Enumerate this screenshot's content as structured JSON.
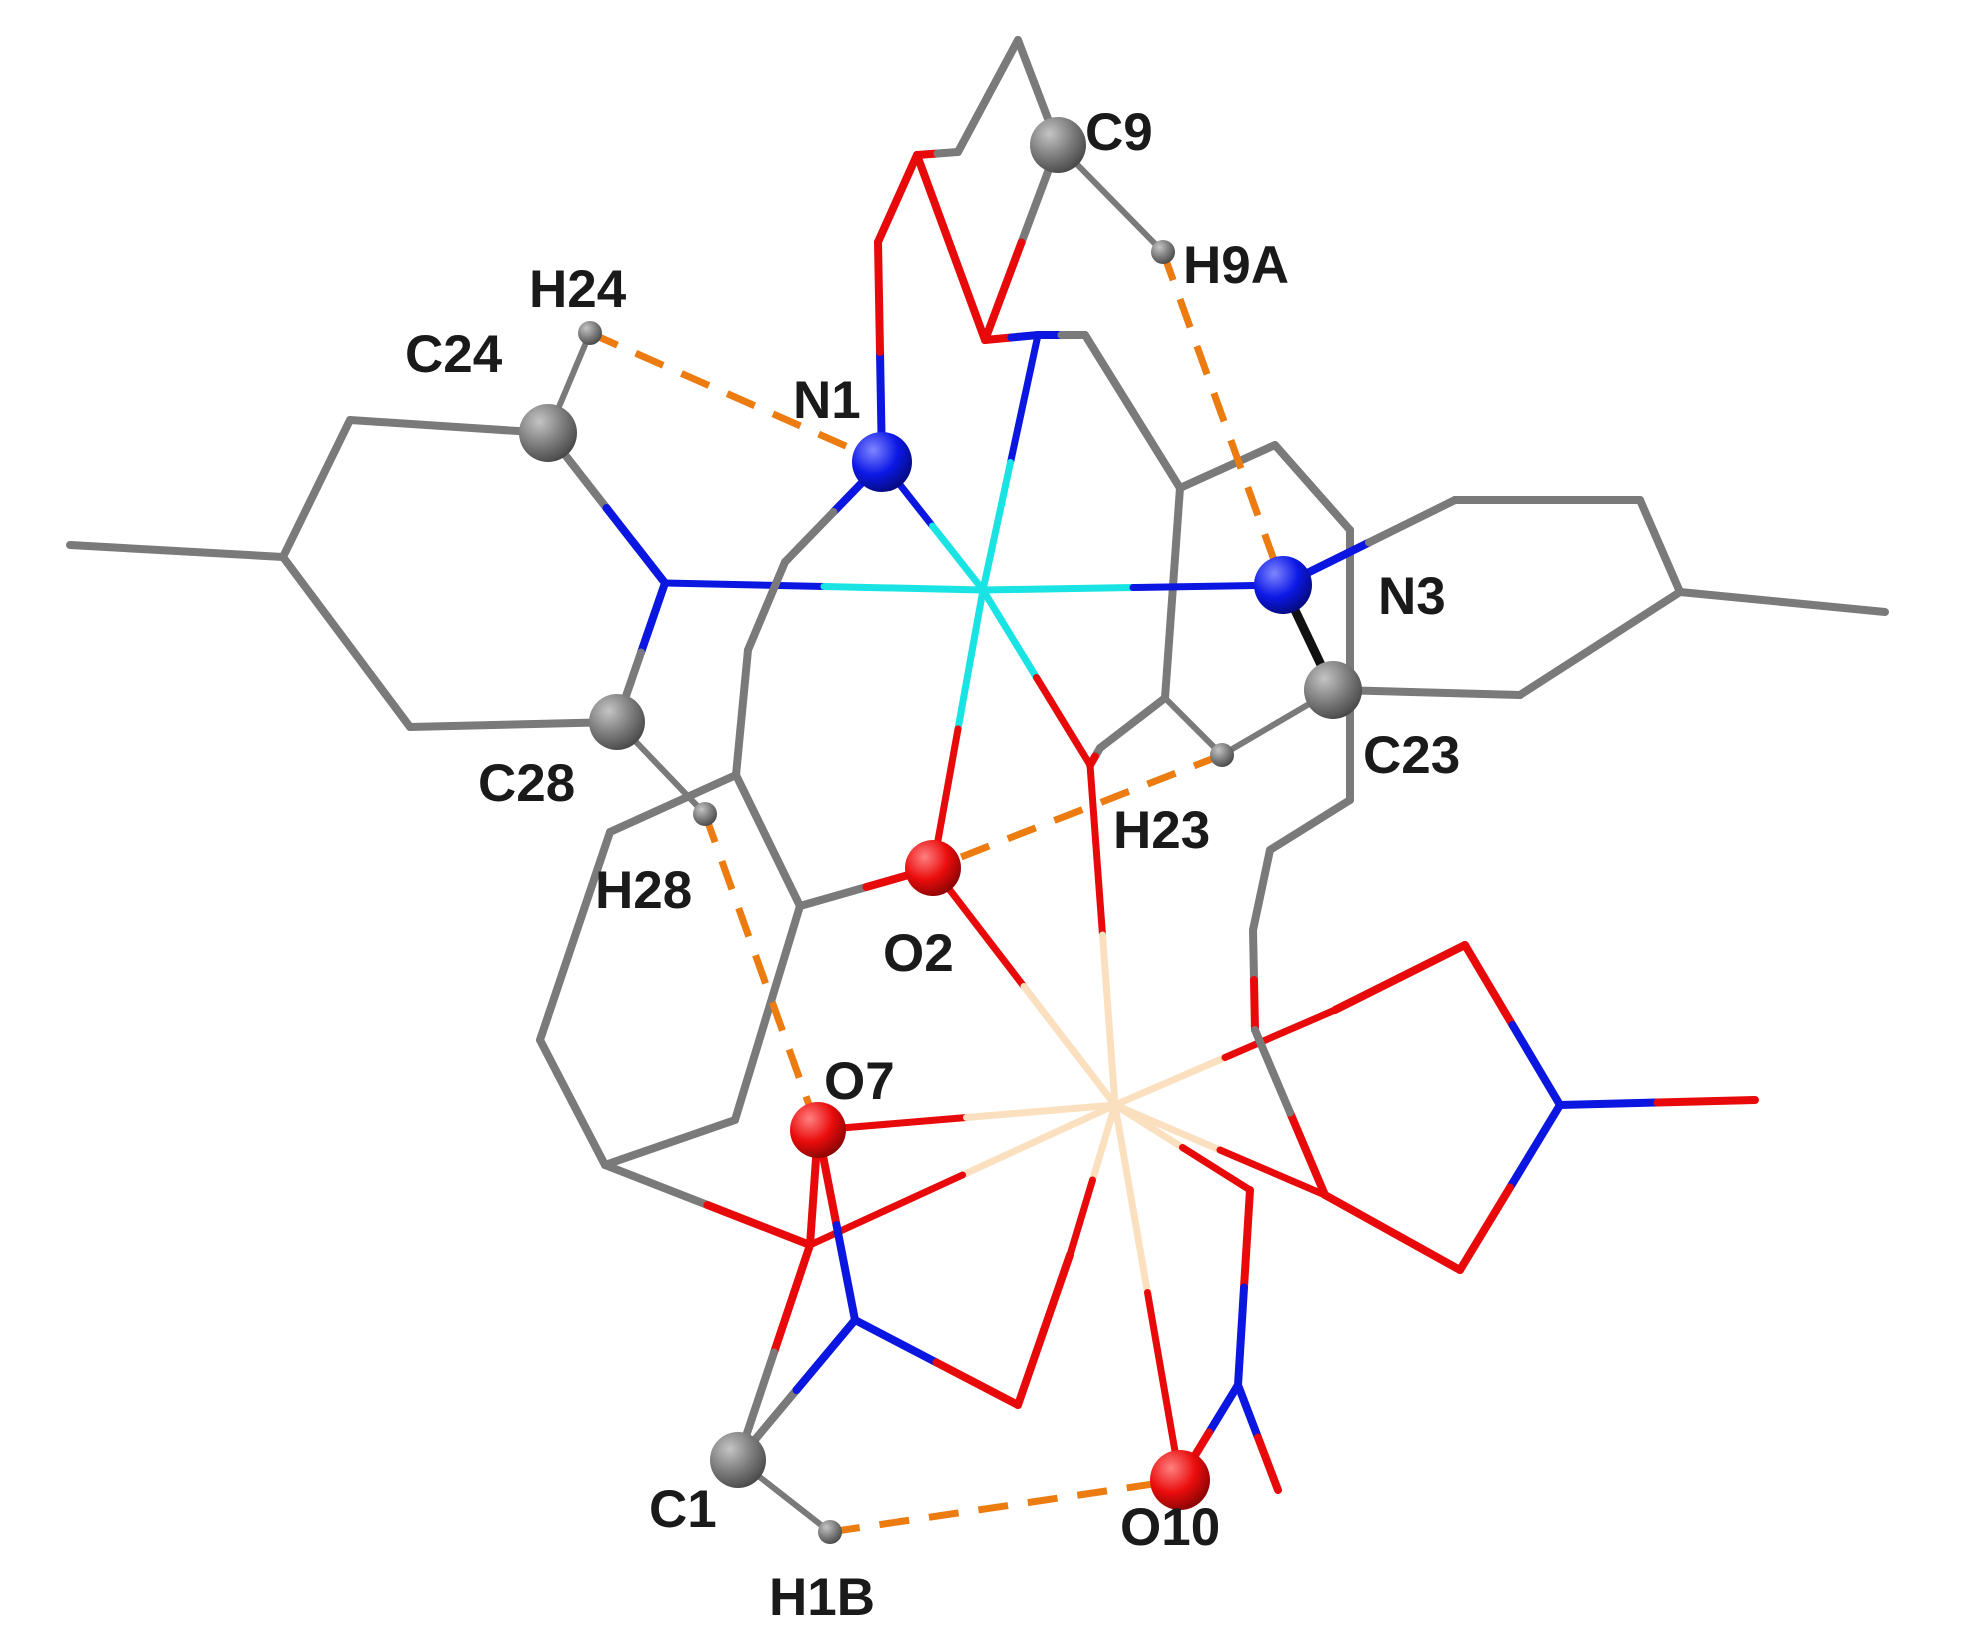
{
  "colors": {
    "carbon": "#7a7a7a",
    "carbon_highlight": "#b8b8b8",
    "nitrogen": "#0b16e0",
    "oxygen": "#e80a0a",
    "cu_metal": "#19e3e3",
    "ln_metal": "#fbe0bf",
    "hbond": "#ec7b10",
    "black_bond": "#111111"
  },
  "atom_labels": {
    "C9": "C9",
    "H9A": "H9A",
    "H24": "H24",
    "C24": "C24",
    "N1": "N1",
    "N3": "N3",
    "C28": "C28",
    "C23": "C23",
    "H28": "H28",
    "H23": "H23",
    "O2": "O2",
    "O7": "O7",
    "C1": "C1",
    "O10": "O10",
    "H1B": "H1B"
  }
}
